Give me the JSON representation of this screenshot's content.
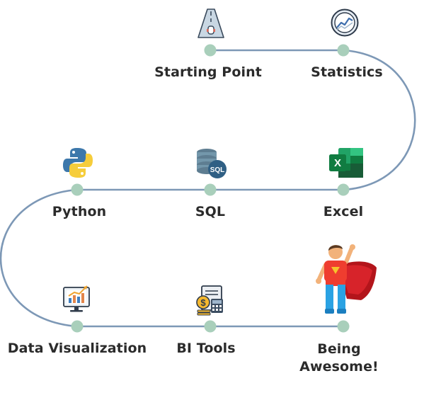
{
  "colors": {
    "path": "#7d98b6",
    "node": "#a9cfbb",
    "label": "#2b2b2b"
  },
  "stops": [
    {
      "id": "starting-point",
      "label": "Starting Point",
      "icon": "road-icon"
    },
    {
      "id": "statistics",
      "label": "Statistics",
      "icon": "trend-chart-icon"
    },
    {
      "id": "excel",
      "label": "Excel",
      "icon": "excel-icon"
    },
    {
      "id": "sql",
      "label": "SQL",
      "icon": "sql-database-icon"
    },
    {
      "id": "python",
      "label": "Python",
      "icon": "python-icon"
    },
    {
      "id": "data-visualization",
      "label": "Data Visualization",
      "icon": "dashboard-chart-icon"
    },
    {
      "id": "bi-tools",
      "label": "BI Tools",
      "icon": "bi-report-icon"
    },
    {
      "id": "being-awesome",
      "label": "Being\nAwesome!",
      "icon": "superhero-icon"
    }
  ]
}
